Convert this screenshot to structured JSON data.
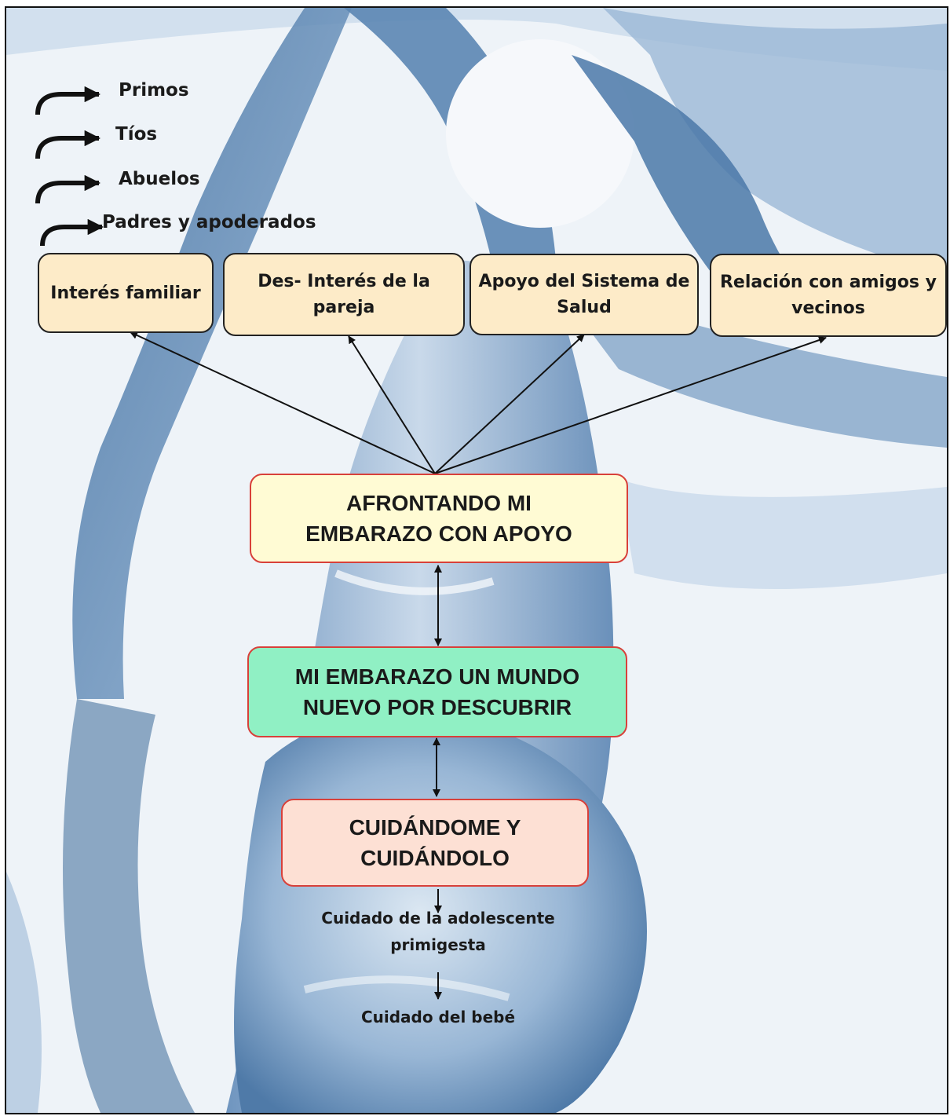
{
  "legend": {
    "items": [
      {
        "label": "Primos"
      },
      {
        "label": "Tíos"
      },
      {
        "label": "Abuelos"
      },
      {
        "label": "Padres y apoderados"
      }
    ]
  },
  "support_boxes": [
    {
      "text": "Interés familiar"
    },
    {
      "text": "Des- Interés de la pareja"
    },
    {
      "text": "Apoyo del Sistema de Salud"
    },
    {
      "text": "Relación con amigos y vecinos"
    }
  ],
  "core": {
    "afrontando": "AFRONTANDO MI\nEMBARAZO CON APOYO",
    "mundo": "MI EMBARAZO UN MUNDO\nNUEVO POR DESCUBRIR",
    "cuidandome": "CUIDÁNDOME Y\nCUIDÁNDOLO"
  },
  "care": {
    "adolescente": "Cuidado de la adolescente primigesta",
    "bebe": "Cuidado del bebé"
  },
  "colors": {
    "top_box_fill": "#fdebc8",
    "afrontando_fill": "#fffbd4",
    "mundo_fill": "#90f0c4",
    "cuidandome_fill": "#fde0d4",
    "main_border": "#d8403a",
    "background_tint": "#5d87b3"
  }
}
